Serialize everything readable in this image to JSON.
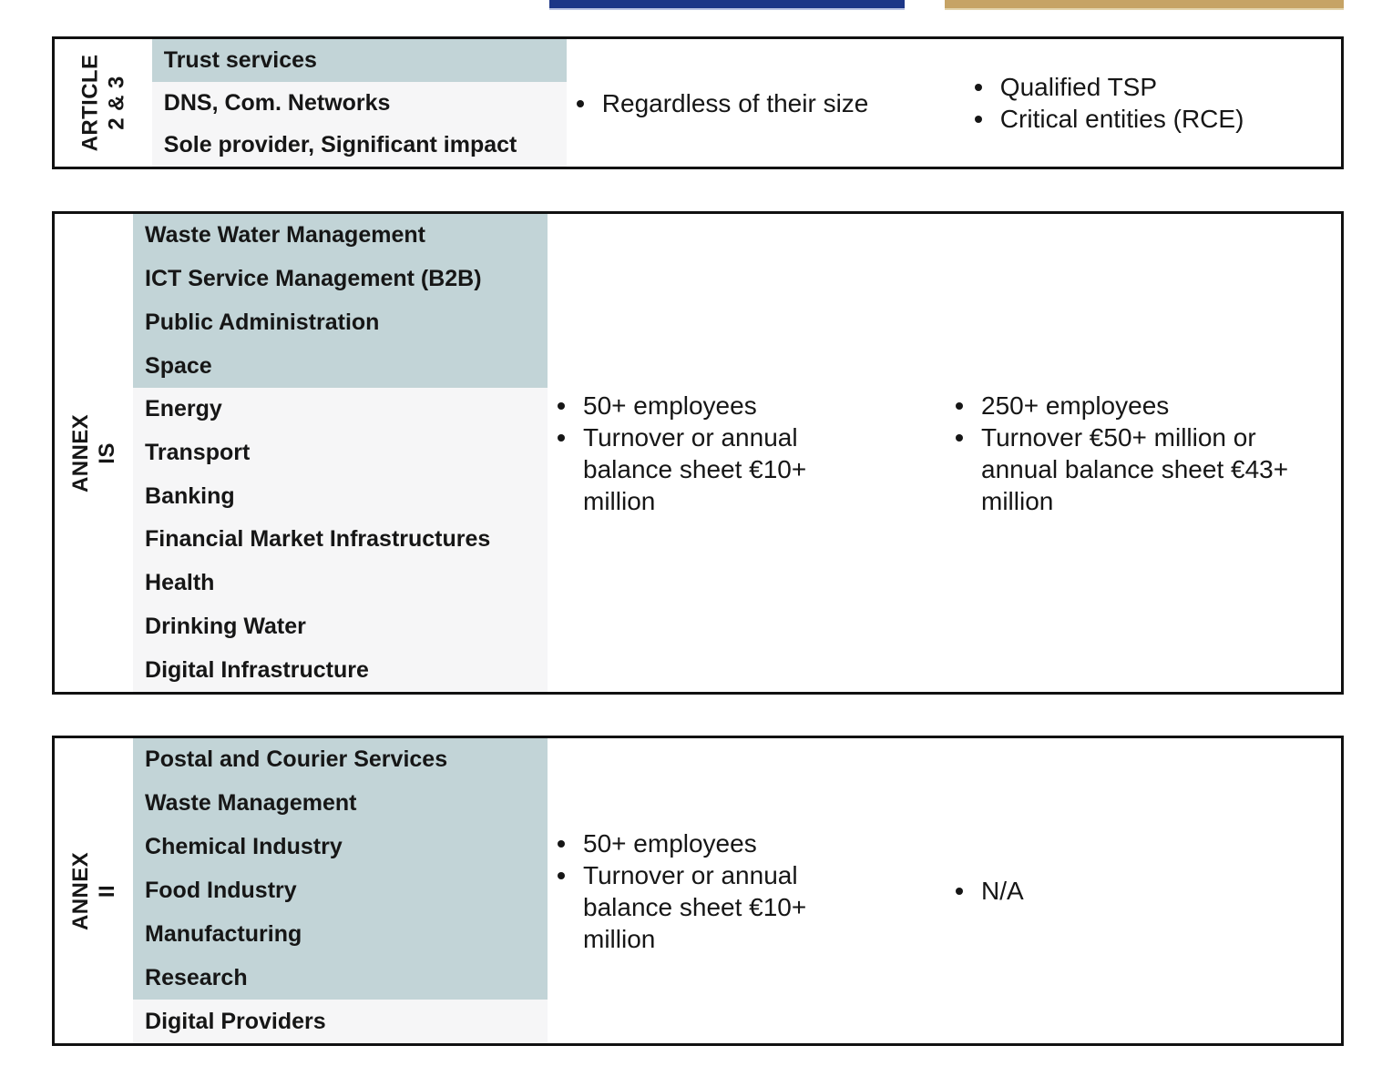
{
  "top_bars": {
    "blue_bar_color": "#1c3687",
    "blue_bar_edge_color": "#b9c3e2",
    "tan_bar_color": "#c6a365",
    "tan_bar_edge_color": "#e3d4ad"
  },
  "colors": {
    "teal_cell": "#c2d4d7",
    "gray_cell": "#f6f6f7",
    "border": "#111111",
    "text": "#161616"
  },
  "sections": [
    {
      "id": "article-2-3",
      "label": "ARTICLE\n2 & 3",
      "sectors_teal": [
        "Trust services"
      ],
      "sectors_gray": [
        "DNS, Com. Networks",
        "Sole provider, Significant impact"
      ],
      "size_criteria": [
        "Regardless of their size"
      ],
      "classification": [
        "Qualified TSP",
        "Critical entities (RCE)"
      ]
    },
    {
      "id": "annex-is",
      "label": "ANNEX IS",
      "sectors_teal": [
        "Waste Water Management",
        "ICT Service Management (B2B)",
        "Public Administration",
        "Space"
      ],
      "sectors_gray": [
        "Energy",
        "Transport",
        "Banking",
        "Financial Market Infrastructures",
        "Health",
        "Drinking Water",
        "Digital Infrastructure"
      ],
      "size_criteria": [
        "50+ employees",
        "Turnover or annual\nbalance sheet €10+\nmillion"
      ],
      "classification": [
        "250+ employees",
        "Turnover €50+ million or\nannual balance sheet €43+\nmillion"
      ]
    },
    {
      "id": "annex-ii",
      "label": "ANNEX II",
      "sectors_teal": [
        "Postal and Courier Services",
        "Waste Management",
        "Chemical Industry",
        "Food Industry",
        "Manufacturing",
        "Research"
      ],
      "sectors_gray": [
        "Digital Providers"
      ],
      "size_criteria": [
        "50+ employees",
        "Turnover or annual\nbalance sheet €10+\nmillion"
      ],
      "classification": [
        "N/A"
      ]
    }
  ]
}
